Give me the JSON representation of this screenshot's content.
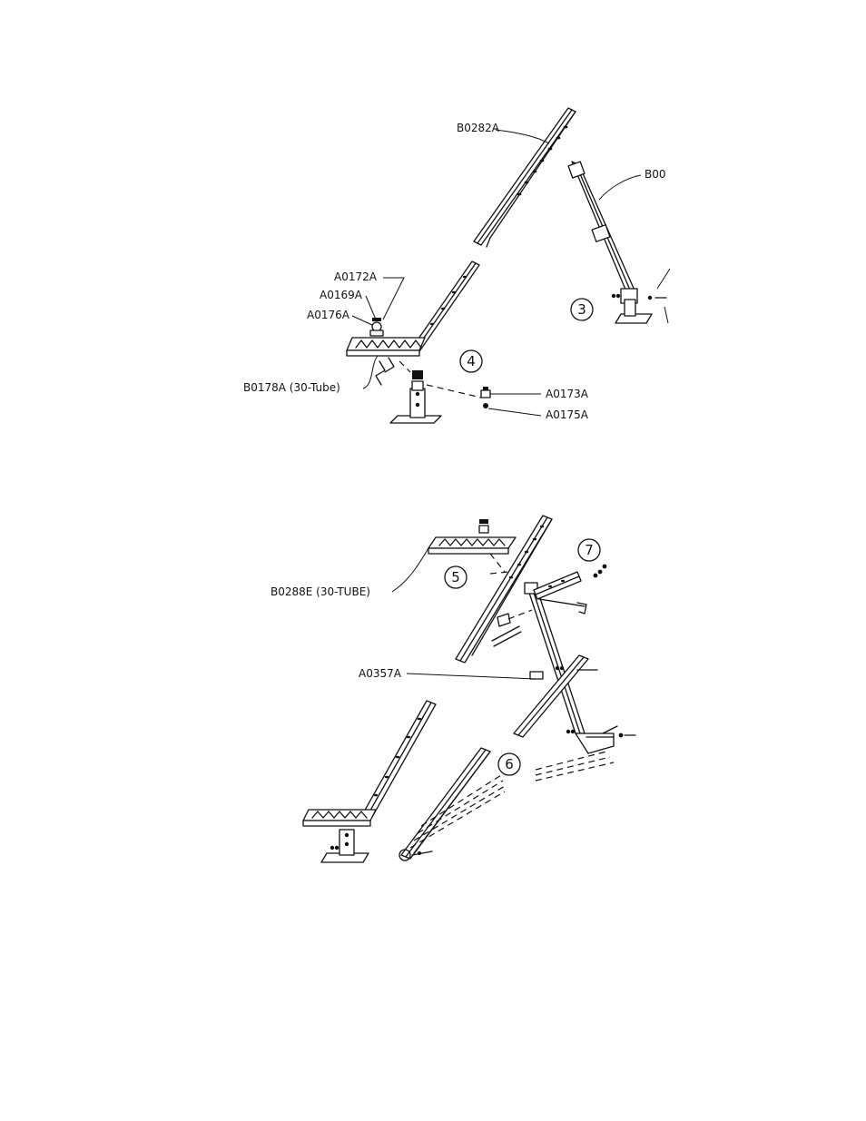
{
  "diagram_1": {
    "labels": {
      "b0282a": "B0282A",
      "b00": "B00",
      "a0172a": "A0172A",
      "a0169a": "A0169A",
      "a0176a": "A0176A",
      "b0178a": "B0178A (30-Tube)",
      "a0173a": "A0173A",
      "a0175a": "A0175A"
    },
    "steps": {
      "s3": "3",
      "s4": "4"
    }
  },
  "diagram_2": {
    "labels": {
      "b0288e": "B0288E (30-TUBE)",
      "a0357a": "A0357A"
    },
    "steps": {
      "s5": "5",
      "s6": "6",
      "s7": "7"
    }
  }
}
